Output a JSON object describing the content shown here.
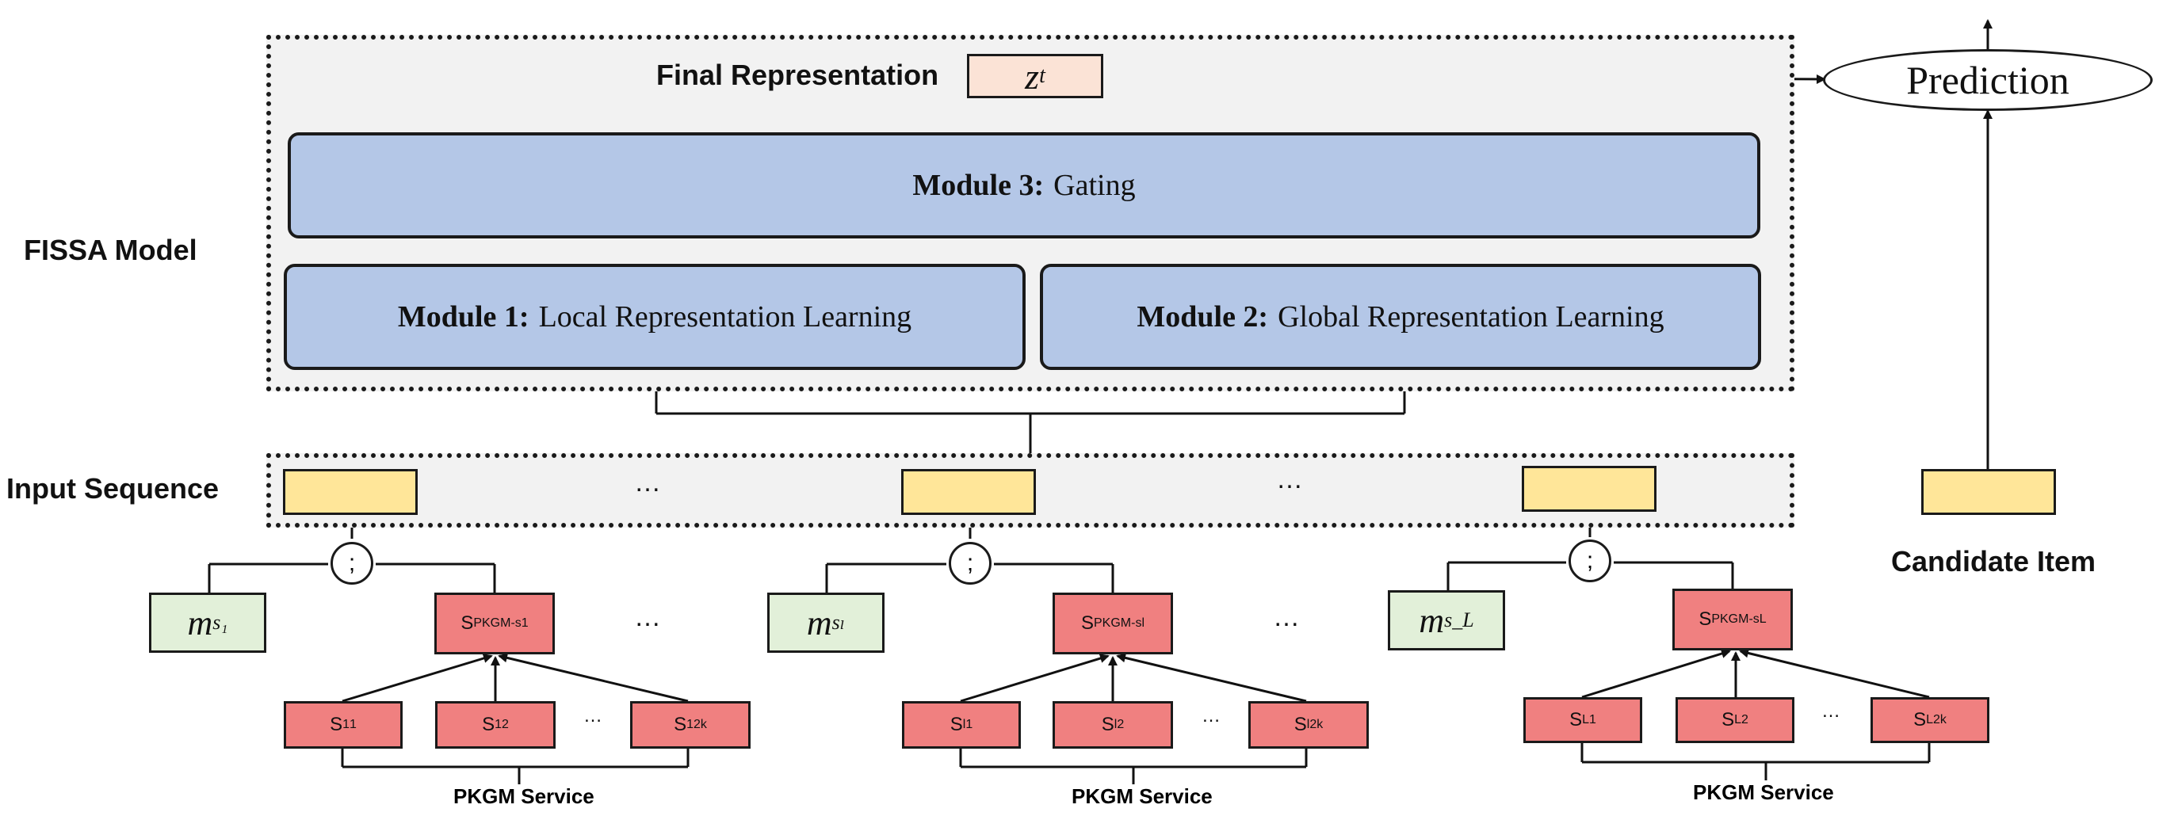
{
  "labels": {
    "fissa_model": "FISSA Model",
    "input_sequence": "Input Sequence",
    "candidate_item": "Candidate Item",
    "final_representation": "Final Representation",
    "z_symbol": "z",
    "z_sub": "t",
    "prediction": "Prediction",
    "ellipsis": "…",
    "semicolon": ";"
  },
  "modules": {
    "m3_bold": "Module 3:",
    "m3_text": "Gating",
    "m1_bold": "Module 1:",
    "m1_text": "Local Representation Learning",
    "m2_bold": "Module 2:",
    "m2_text": "Global Representation Learning"
  },
  "groups": [
    {
      "m_sub": "s₁",
      "pkgm": "PKGM-s1",
      "sup": "1",
      "subs": [
        "1",
        "2",
        "2k"
      ],
      "service": "PKGM Service"
    },
    {
      "m_sub": "sₗ",
      "pkgm": "PKGM-sl",
      "sup": "l",
      "subs": [
        "1",
        "2",
        "2k"
      ],
      "service": "PKGM Service"
    },
    {
      "m_sub": "s_L",
      "pkgm": "PKGM-sL",
      "sup": "L",
      "subs": [
        "1",
        "2",
        "2k"
      ],
      "service": "PKGM Service"
    }
  ],
  "colors": {
    "module_fill": "#b4c7e7",
    "sequence_fill": "#ffe699",
    "m_fill": "#e2f0d9",
    "pkgm_fill": "#f08080",
    "z_fill": "#fbe3d6"
  }
}
